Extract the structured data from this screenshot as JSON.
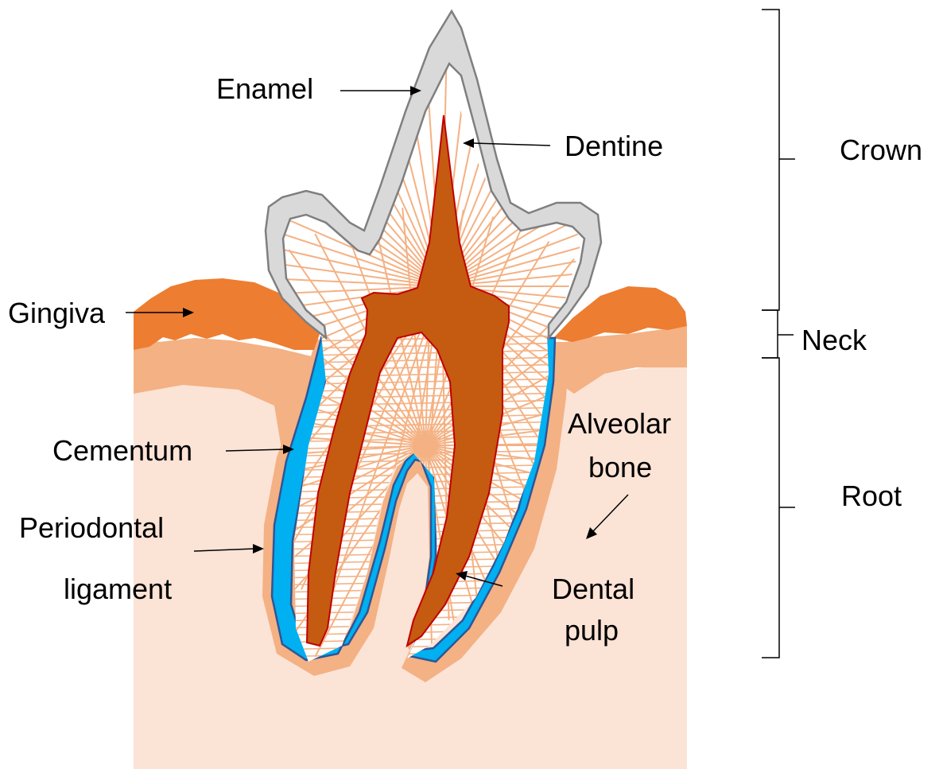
{
  "labels": {
    "enamel": "Enamel",
    "dentine": "Dentine",
    "gingiva": "Gingiva",
    "cementum": "Cementum",
    "periodontal_1": "Periodontal",
    "periodontal_2": "ligament",
    "alveolar_1": "Alveolar",
    "alveolar_2": "bone",
    "dental_1": "Dental",
    "dental_2": "pulp",
    "crown": "Crown",
    "neck": "Neck",
    "root": "Root"
  },
  "colors": {
    "bone": "#FBE3D6",
    "periodontal": "#F4B183",
    "gingiva": "#ED7D31",
    "enamel": "#D9D9D9",
    "enamel_stroke": "#7F7F7F",
    "cementum": "#00B0F0",
    "cementum_stroke": "#2F5597",
    "dentine_bg": "#FFFFFF",
    "dentine_lines": "#F4B183",
    "pulp": "#C55A11",
    "pulp_stroke": "#C00000"
  }
}
